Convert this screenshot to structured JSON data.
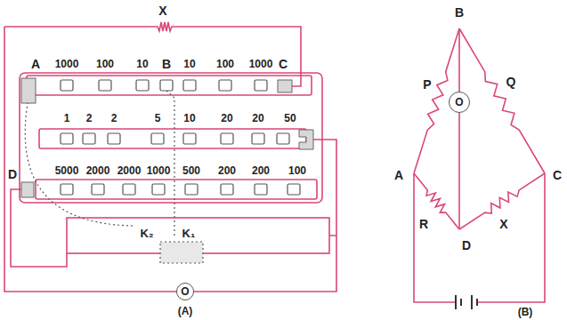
{
  "diagram": {
    "nodes": [
      {
        "text": [
          "O"
        ]
      },
      {
        "text": [
          "O"
        ]
      }
    ],
    "labels": [
      "X",
      "A",
      "1000",
      "100",
      "10",
      "B",
      "10",
      "100",
      "1000",
      "C",
      "1",
      "2",
      "2",
      "5",
      "10",
      "20",
      "20",
      "50",
      "D",
      "5000",
      "2000",
      "2000",
      "1000",
      "500",
      "200",
      "200",
      "100",
      "K₂",
      "K₁",
      "(A)",
      "B",
      "P",
      "Q",
      "A",
      "C",
      "R",
      "X",
      "D",
      "(B)"
    ]
  }
}
